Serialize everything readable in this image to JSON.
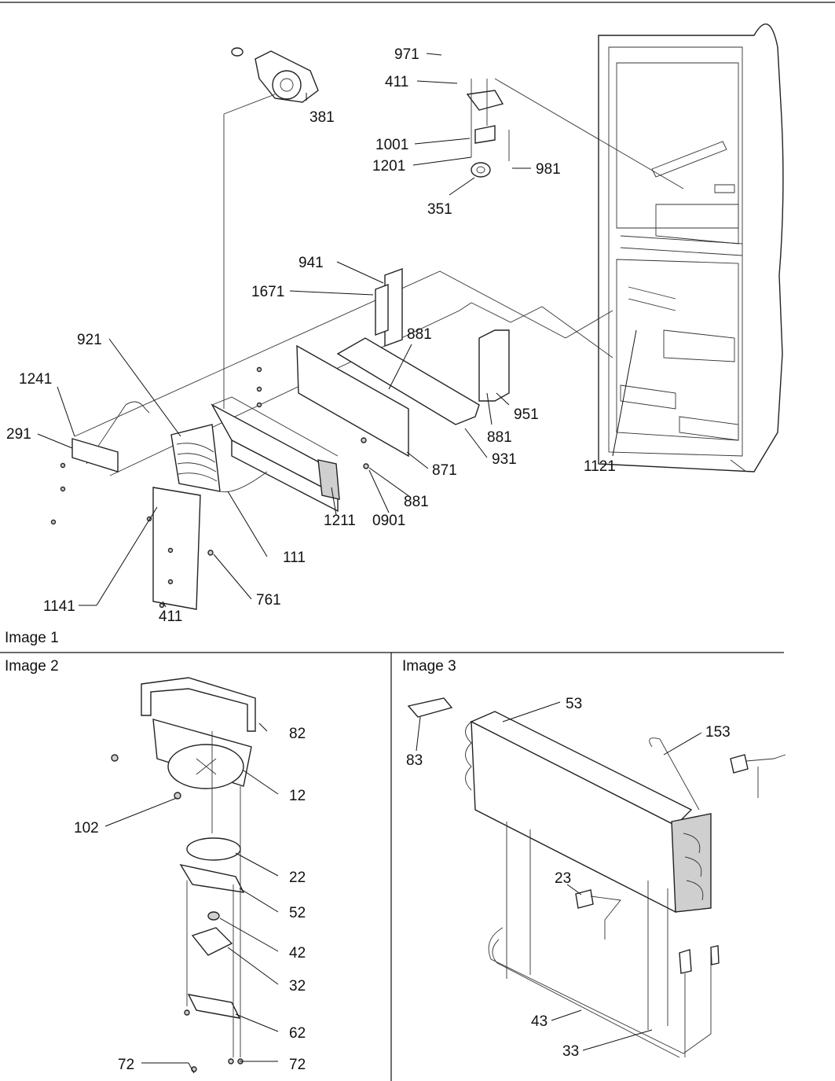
{
  "captions": [
    "Image 1",
    "Image 2",
    "Image 3"
  ],
  "image1_labels": [
    "971",
    "411",
    "1001",
    "1201",
    "981",
    "351",
    "381",
    "941",
    "1671",
    "921",
    "881",
    "1241",
    "291",
    "951",
    "881",
    "931",
    "871",
    "881",
    "0901",
    "1211",
    "111",
    "1141",
    "761",
    "411",
    "1121"
  ],
  "image2_labels": [
    "82",
    "12",
    "102",
    "22",
    "52",
    "42",
    "32",
    "62",
    "72",
    "72"
  ],
  "image3_labels": [
    "53",
    "153",
    "83",
    "23",
    "43",
    "33"
  ]
}
